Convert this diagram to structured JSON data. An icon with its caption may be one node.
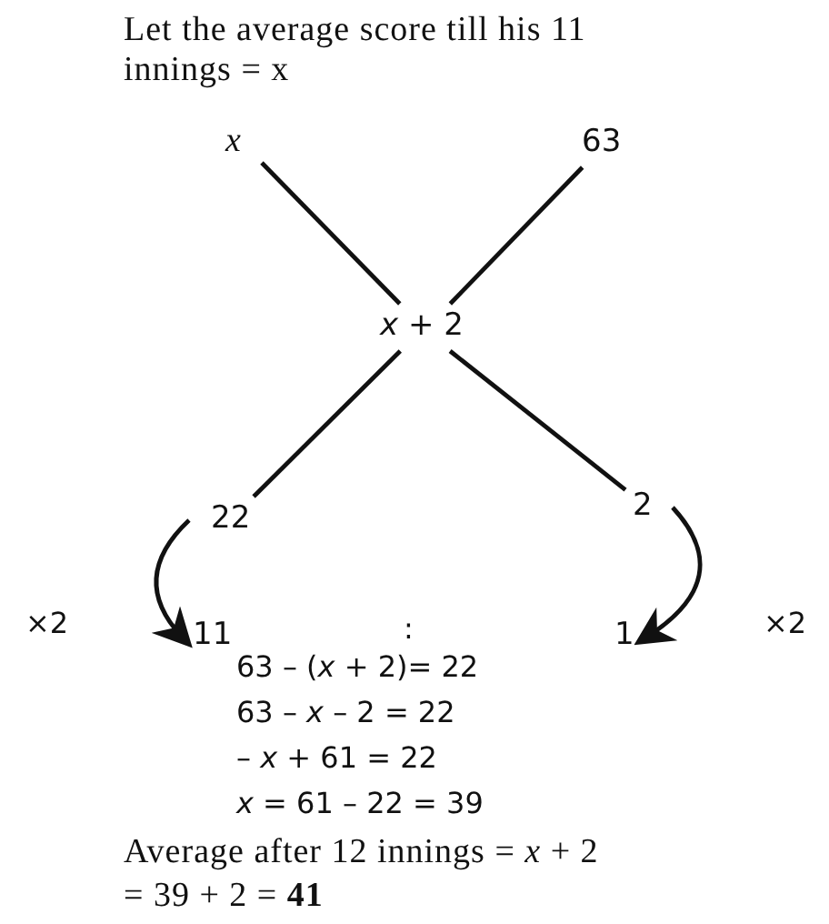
{
  "diagram": {
    "nodes": [
      {
        "text": [
          "x"
        ]
      },
      {
        "text": [
          "63"
        ]
      },
      {
        "text": [
          "*x* + 2"
        ]
      },
      {
        "text": [
          "22"
        ]
      },
      {
        "text": [
          "2"
        ]
      },
      {
        "text": [
          "11"
        ]
      },
      {
        "text": [
          "1"
        ]
      }
    ],
    "edges": [
      {
        "from": 0,
        "to": 2,
        "arrow": "none"
      },
      {
        "from": 1,
        "to": 2,
        "arrow": "none"
      },
      {
        "from": 2,
        "to": 3,
        "arrow": "none"
      },
      {
        "from": 2,
        "to": 4,
        "arrow": "none"
      },
      {
        "from": 3,
        "to": 5,
        "arrow": "to",
        "label": "×2"
      },
      {
        "from": 4,
        "to": 6,
        "arrow": "to",
        "label": "×2"
      }
    ],
    "labels": [
      "Let the average score till his 11 innings = x",
      ":",
      "63 – (*x* + 2)= 22",
      "63 – *x* – 2 = 22",
      "– *x* + 61 = 22",
      "*x* = 61 – 22 = 39",
      "Average after 12 innings = *x* + 2",
      "= 39 + 2 = **41**"
    ]
  }
}
